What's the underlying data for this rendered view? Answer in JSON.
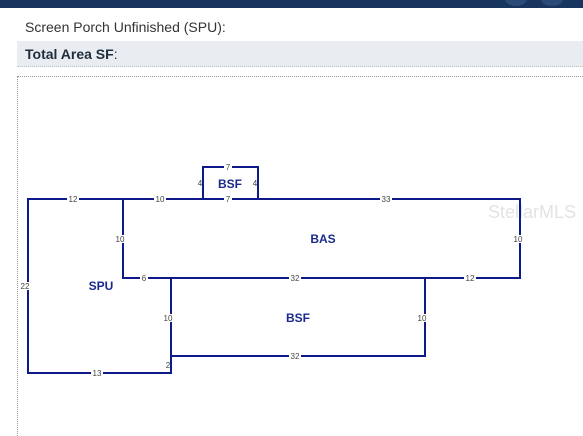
{
  "rows": {
    "porch_label": "Screen Porch Unfinished (SPU):",
    "total_label": "Total Area SF",
    "total_colon": ":"
  },
  "sketch": {
    "watermark": "StellarMLS",
    "areas": {
      "bsf_top": "BSF",
      "bas": "BAS",
      "spu": "SPU",
      "bsf_bottom": "BSF"
    },
    "dims": {
      "bsf_top_top": "7",
      "bsf_top_left": "4",
      "bsf_top_right": "4",
      "bsf_top_bottom": "7",
      "top_left": "12",
      "top_mid": "10",
      "top_right": "33",
      "bas_left": "10",
      "bas_right": "10",
      "spu_left": "22",
      "bas_bottom_left": "6",
      "bas_bottom": "32",
      "bas_bottom_right": "12",
      "bsf_left": "10",
      "bsf_right": "10",
      "bsf_bottom": "32",
      "spu_bottom": "13",
      "spu_step": "2"
    },
    "colors": {
      "wall": "#0e1a8a",
      "label": "#1a2a8c",
      "header_bar": "#17355e"
    }
  }
}
